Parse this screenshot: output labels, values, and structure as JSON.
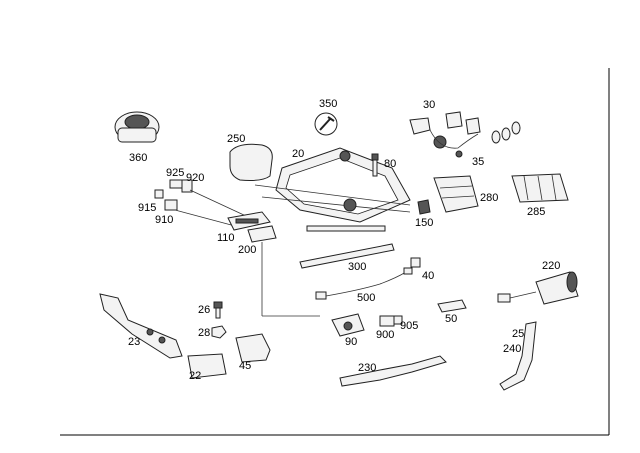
{
  "parts": [
    {
      "id": "p350",
      "label": "350"
    },
    {
      "id": "p30",
      "label": "30"
    },
    {
      "id": "p250",
      "label": "250"
    },
    {
      "id": "p20",
      "label": "20"
    },
    {
      "id": "p80",
      "label": "80"
    },
    {
      "id": "p360",
      "label": "360"
    },
    {
      "id": "p35",
      "label": "35"
    },
    {
      "id": "p925",
      "label": "925"
    },
    {
      "id": "p920",
      "label": "920"
    },
    {
      "id": "p915",
      "label": "915"
    },
    {
      "id": "p910",
      "label": "910"
    },
    {
      "id": "p280",
      "label": "280"
    },
    {
      "id": "p285",
      "label": "285"
    },
    {
      "id": "p150",
      "label": "150"
    },
    {
      "id": "p110",
      "label": "110"
    },
    {
      "id": "p200",
      "label": "200"
    },
    {
      "id": "p300",
      "label": "300"
    },
    {
      "id": "p40",
      "label": "40"
    },
    {
      "id": "p220",
      "label": "220"
    },
    {
      "id": "p500",
      "label": "500"
    },
    {
      "id": "p26",
      "label": "26"
    },
    {
      "id": "p28",
      "label": "28"
    },
    {
      "id": "p23",
      "label": "23"
    },
    {
      "id": "p905",
      "label": "905"
    },
    {
      "id": "p50",
      "label": "50"
    },
    {
      "id": "p900",
      "label": "900"
    },
    {
      "id": "p90",
      "label": "90"
    },
    {
      "id": "p25",
      "label": "25"
    },
    {
      "id": "p240",
      "label": "240"
    },
    {
      "id": "p45",
      "label": "45"
    },
    {
      "id": "p22",
      "label": "22"
    },
    {
      "id": "p230",
      "label": "230"
    }
  ]
}
